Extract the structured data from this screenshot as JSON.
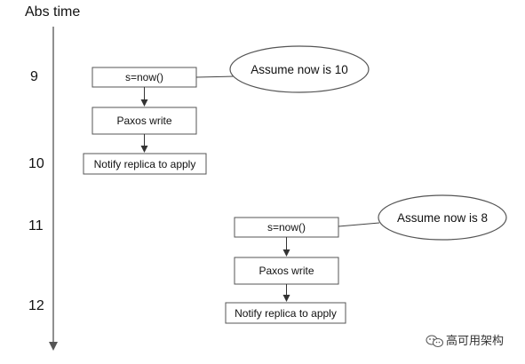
{
  "axis": {
    "title": "Abs time",
    "ticks": [
      "9",
      "10",
      "11",
      "12"
    ]
  },
  "left_flow": {
    "step1": "s=now()",
    "step2": "Paxos write",
    "step3": "Notify replica to apply",
    "callout": "Assume now is 10"
  },
  "right_flow": {
    "step1": "s=now()",
    "step2": "Paxos write",
    "step3": "Notify replica to apply",
    "callout": "Assume now is 8"
  },
  "watermark": {
    "text": "高可用架构",
    "icon": "wechat-icon"
  },
  "colors": {
    "stroke": "#555555",
    "background": "#ffffff"
  }
}
